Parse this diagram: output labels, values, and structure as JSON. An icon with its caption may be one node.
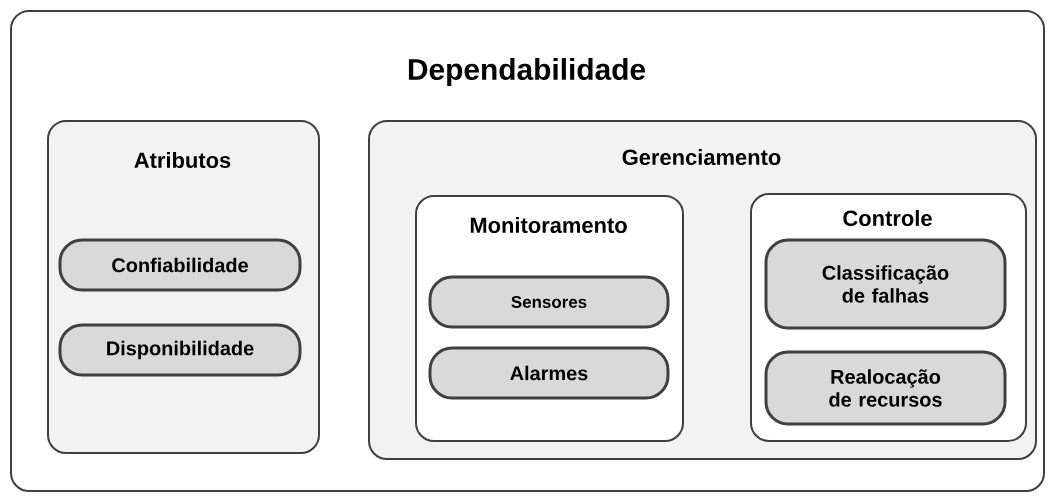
{
  "diagram": {
    "nodes": [
      {
        "text": [
          "Dependabilidade"
        ]
      },
      {
        "text": [
          "Atributos"
        ],
        "in": 0
      },
      {
        "text": [
          "Confiabilidade"
        ],
        "in": 1
      },
      {
        "text": [
          "Disponibilidade"
        ],
        "in": 1
      },
      {
        "text": [
          "Gerenciamento"
        ],
        "in": 0
      },
      {
        "text": [
          "Monitoramento"
        ],
        "in": 4
      },
      {
        "text": [
          "Sensores"
        ],
        "in": 5
      },
      {
        "text": [
          "Alarmes"
        ],
        "in": 5
      },
      {
        "text": [
          "Controle"
        ],
        "in": 4
      },
      {
        "text": [
          "Classificação de falhas"
        ],
        "in": 8
      },
      {
        "text": [
          "Realocação de recursos"
        ],
        "in": 8
      }
    ]
  }
}
